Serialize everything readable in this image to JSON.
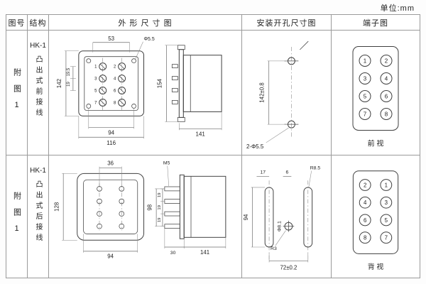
{
  "unit_label": "单位:mm",
  "header": {
    "fig_no": "图号",
    "structure": "结构",
    "outline": "外 形 尺 寸 图",
    "mounting": "安装开孔尺寸图",
    "terminal": "端子图"
  },
  "rows": [
    {
      "fig_label": "附图1",
      "struct_model": "HK-1",
      "struct_desc": "凸出式前接线",
      "outline": {
        "w_top": "53",
        "hole": "Φ5.5",
        "h_total": "142",
        "pitch1": "19.5",
        "pitch2": "19",
        "w_inner": "94",
        "w_total": "116",
        "side_h": "154",
        "side_len": "141"
      },
      "mounting": {
        "pitch": "142±0.8",
        "holes": "2-Φ5.5"
      },
      "terminal": {
        "numbers": [
          "1",
          "2",
          "3",
          "4",
          "5",
          "6",
          "7",
          "8"
        ],
        "view": "前 视"
      }
    },
    {
      "fig_label": "附图1",
      "struct_model": "HK-1",
      "struct_desc": "凸出式后接线",
      "outline": {
        "w_top": "36",
        "h_total": "128",
        "w_bottom": "94",
        "screw": "M5",
        "stud_h": "98",
        "pitch": "19",
        "stud_len": "30",
        "side_len": "141"
      },
      "mounting": {
        "d17": "17",
        "d6": "6",
        "r_slot": "R8.5",
        "h": "94",
        "hole": "Φ8.1",
        "r_center": "R3",
        "pitch": "72±0.2"
      },
      "terminal": {
        "numbers": [
          "2",
          "1",
          "4",
          "3",
          "6",
          "5",
          "8",
          "7"
        ],
        "view": "背 视"
      }
    }
  ]
}
